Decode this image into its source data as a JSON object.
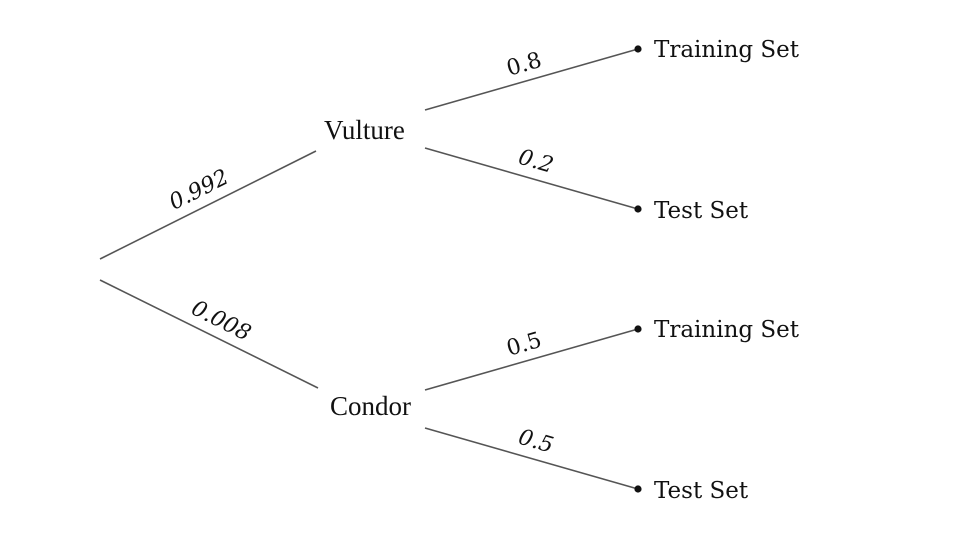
{
  "tree": {
    "branches": [
      {
        "node": "Vulture",
        "probability": "0.992",
        "children": [
          {
            "leaf": "Training Set",
            "probability": "0.8"
          },
          {
            "leaf": "Test Set",
            "probability": "0.2"
          }
        ]
      },
      {
        "node": "Condor",
        "probability": "0.008",
        "children": [
          {
            "leaf": "Training Set",
            "probability": "0.5"
          },
          {
            "leaf": "Test Set",
            "probability": "0.5"
          }
        ]
      }
    ]
  }
}
